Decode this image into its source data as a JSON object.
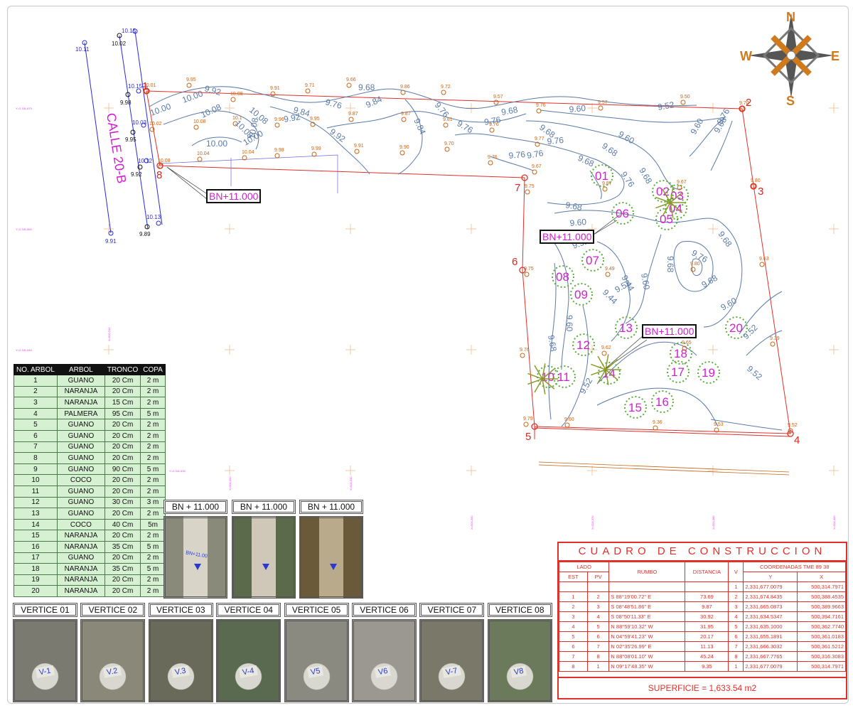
{
  "compass": {
    "n": "N",
    "s": "S",
    "e": "E",
    "w": "W"
  },
  "street": {
    "name": "CALLE 20-B"
  },
  "benchmark_label": "BN+11.000",
  "street_points": [
    {
      "label": "10.11",
      "color": "blue"
    },
    {
      "label": "10.02",
      "color": "black"
    },
    {
      "label": "10.15",
      "color": "blue"
    },
    {
      "label": "10.15",
      "color": "blue"
    },
    {
      "label": "9.98",
      "color": "black"
    },
    {
      "label": "9.95",
      "color": "black"
    },
    {
      "label": "10.03",
      "color": "blue"
    },
    {
      "label": "10.12",
      "color": "blue"
    },
    {
      "label": "9.92",
      "color": "black"
    },
    {
      "label": "10.13",
      "color": "blue"
    },
    {
      "label": "9.89",
      "color": "black"
    },
    {
      "label": "9.91",
      "color": "blue"
    }
  ],
  "spot_levels": [
    "10.01",
    "9.95",
    "10.08",
    "9.91",
    "9.71",
    "9.66",
    "9.86",
    "9.72",
    "9.57",
    "9.76",
    "9.57",
    "9.50",
    "9.70",
    "10.02",
    "10.08",
    "10.1",
    "9.96",
    "9.95",
    "9.87",
    "9.87",
    "9.81",
    "9.76",
    "9.77",
    "10.04",
    "10.04",
    "9.98",
    "9.99",
    "9.91",
    "9.90",
    "9.70",
    "9.76",
    "9.67",
    "9.87",
    "9.67",
    "9.80",
    "9.75",
    "9.49",
    "9.80",
    "9.75",
    "9.63",
    "9.76",
    "9.62",
    "9.65",
    "9.39",
    "9.79",
    "9.60",
    "9.36",
    "9.53",
    "9.52",
    "10.08"
  ],
  "contour_labels": [
    "9.92",
    "10.00",
    "10.00",
    "10.08",
    "10.08",
    "10.08",
    "10.00",
    "10.00",
    "10.08",
    "9.84",
    "9.92",
    "9.84",
    "9.92",
    "9.76",
    "9.68",
    "9.84",
    "9.76",
    "9.68",
    "9.76",
    "9.76",
    "9.68",
    "9.60",
    "9.52",
    "9.68",
    "9.60",
    "9.68",
    "9.60",
    "9.68",
    "9.76",
    "9.76",
    "9.76",
    "9.76",
    "9.68",
    "9.76",
    "9.68",
    "9.60",
    "9.52",
    "9.68",
    "9.76",
    "9.68",
    "9.68",
    "9.60",
    "9.52",
    "9.68",
    "9.60",
    "9.44",
    "9.44",
    "9.60",
    "9.52",
    "9.52",
    "9.52"
  ],
  "vertices": [
    "1",
    "2",
    "3",
    "4",
    "5",
    "6",
    "7",
    "8"
  ],
  "trees_map": [
    "01",
    "02",
    "03",
    "04",
    "05",
    "06",
    "07",
    "08",
    "09",
    "10",
    "11",
    "12",
    "13",
    "14",
    "15",
    "16",
    "17",
    "18",
    "19",
    "20"
  ],
  "grid_labels": [
    "Y=2,331,670",
    "Y=2,331,660",
    "Y=2,331,640",
    "Y=2,331,630",
    "X=500,310",
    "X=500,320",
    "X=500,340",
    "X=500,350",
    "X=500,370",
    "X=500,380",
    "X=500,400"
  ],
  "tree_table": {
    "headers": [
      "NO. ARBOL",
      "ARBOL",
      "TRONCO",
      "COPA"
    ],
    "rows": [
      [
        "1",
        "GUANO",
        "20 Cm",
        "2 m"
      ],
      [
        "2",
        "NARANJA",
        "20 Cm",
        "2 m"
      ],
      [
        "3",
        "NARANJA",
        "15 Cm",
        "2 m"
      ],
      [
        "4",
        "PALMERA",
        "95 Cm",
        "5 m"
      ],
      [
        "5",
        "GUANO",
        "20 Cm",
        "2 m"
      ],
      [
        "6",
        "GUANO",
        "20 Cm",
        "2 m"
      ],
      [
        "7",
        "GUANO",
        "20 Cm",
        "2 m"
      ],
      [
        "8",
        "GUANO",
        "20 Cm",
        "2 m"
      ],
      [
        "9",
        "GUANO",
        "90 Cm",
        "5 m"
      ],
      [
        "10",
        "COCO",
        "20 Cm",
        "2 m"
      ],
      [
        "11",
        "GUANO",
        "20 Cm",
        "2 m"
      ],
      [
        "12",
        "GUANO",
        "30 Cm",
        "3 m"
      ],
      [
        "13",
        "GUANO",
        "20 Cm",
        "2 m"
      ],
      [
        "14",
        "COCO",
        "40 Cm",
        "5m"
      ],
      [
        "15",
        "NARANJA",
        "20 Cm",
        "2 m"
      ],
      [
        "16",
        "NARANJA",
        "35 Cm",
        "5 m"
      ],
      [
        "17",
        "GUANO",
        "20 Cm",
        "2 m"
      ],
      [
        "18",
        "NARANJA",
        "35 Cm",
        "5 m"
      ],
      [
        "19",
        "NARANJA",
        "20 Cm",
        "2 m"
      ],
      [
        "20",
        "NARANJA",
        "20 Cm",
        "2 m"
      ]
    ]
  },
  "bn_photos": [
    {
      "title": "BN + 11.000",
      "caption": "BN+11.00"
    },
    {
      "title": "BN + 11.000",
      "caption": ""
    },
    {
      "title": "BN + 11.000",
      "caption": ""
    }
  ],
  "vertex_photos": [
    {
      "title": "VERTICE 01",
      "tag": "V-1"
    },
    {
      "title": "VERTICE 02",
      "tag": "V.2"
    },
    {
      "title": "VERTICE 03",
      "tag": "V.3"
    },
    {
      "title": "VERTICE 04",
      "tag": "V-4"
    },
    {
      "title": "VERTICE 05",
      "tag": "V5"
    },
    {
      "title": "VERTICE 06",
      "tag": "V6"
    },
    {
      "title": "VERTICE 07",
      "tag": "V-7"
    },
    {
      "title": "VERTICE 08",
      "tag": "V8"
    }
  ],
  "construction": {
    "title": "CUADRO DE CONSTRUCCION",
    "h_lado": "LADO",
    "h_est": "EST",
    "h_pv": "PV",
    "h_rumbo": "RUMBO",
    "h_dist": "DISTANCIA",
    "h_v": "V",
    "h_coord": "COORDENADAS TME 89 38",
    "h_y": "Y",
    "h_x": "X",
    "first": {
      "v": "1",
      "y": "2,331,677.0079",
      "x": "500,314.7971"
    },
    "rows": [
      {
        "est": "1",
        "pv": "2",
        "rumbo": "S 88°19'00.72\" E",
        "dist": "73.69",
        "v": "2",
        "y": "2,331,674.8435",
        "x": "500,388.4535"
      },
      {
        "est": "2",
        "pv": "3",
        "rumbo": "S 08°48'51.86\" E",
        "dist": "9.87",
        "v": "3",
        "y": "2,331,665.0873",
        "x": "500,389.9663"
      },
      {
        "est": "3",
        "pv": "4",
        "rumbo": "S 08°50'11.33\" E",
        "dist": "30.92",
        "v": "4",
        "y": "2,331,634.5347",
        "x": "500,394.7161"
      },
      {
        "est": "4",
        "pv": "5",
        "rumbo": "N 88°59'10.32\" W",
        "dist": "31.95",
        "v": "5",
        "y": "2,331,635.1000",
        "x": "500,362.7740"
      },
      {
        "est": "5",
        "pv": "6",
        "rumbo": "N 04°59'41.23\" W",
        "dist": "20.17",
        "v": "6",
        "y": "2,331,655.1891",
        "x": "500,361.0183"
      },
      {
        "est": "6",
        "pv": "7",
        "rumbo": "N 02°35'26.99\" E",
        "dist": "11.13",
        "v": "7",
        "y": "2,331,666.3032",
        "x": "500,361.5212"
      },
      {
        "est": "7",
        "pv": "8",
        "rumbo": "N 88°08'01.10\" W",
        "dist": "45.24",
        "v": "8",
        "y": "2,331,667.7765",
        "x": "500,316.3083"
      },
      {
        "est": "8",
        "pv": "1",
        "rumbo": "N 09°17'48.35\" W",
        "dist": "9.35",
        "v": "1",
        "y": "2,331,677.0079",
        "x": "500,314.7971"
      }
    ],
    "superficie": "SUPERFICIE = 1,633.54 m2"
  },
  "colors": {
    "boundary": "#e0302a",
    "contour": "#5a7aa8",
    "street": "#2a2adc",
    "spot": "#c86414",
    "tree_label": "#d21ed2",
    "table_fill": "#d6f0d2"
  }
}
